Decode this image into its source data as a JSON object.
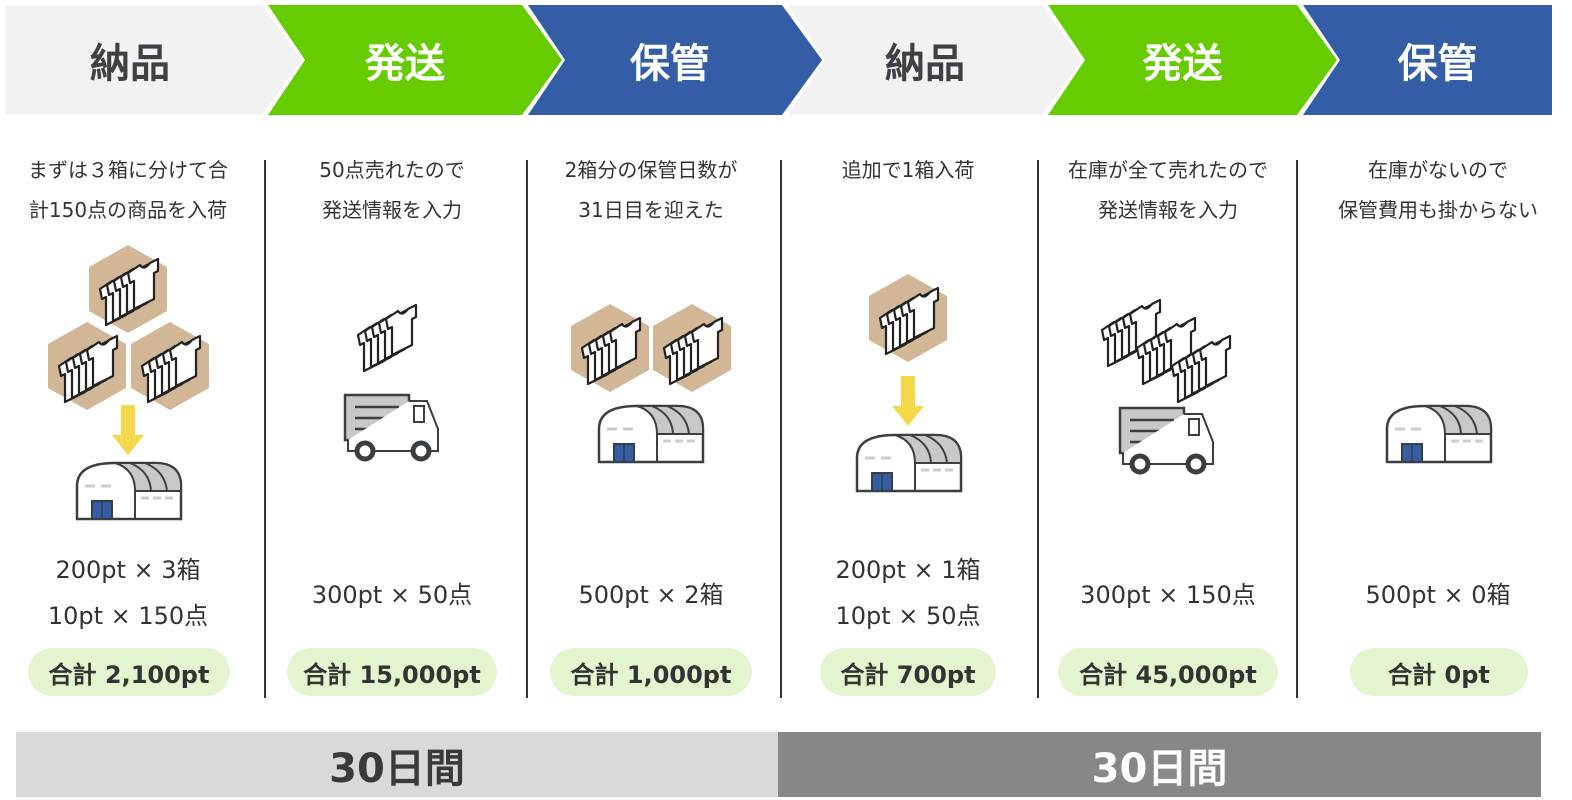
{
  "colors": {
    "gray": "#f2f2f2",
    "green": "#66cc00",
    "blue": "#335ea6",
    "pill": "#e2f5cf",
    "box": "#d2b796",
    "arrow": "#f5d84a",
    "bar_light": "#d9d9d9",
    "bar_dark": "#878787"
  },
  "steps": [
    {
      "header": "納品",
      "caption": [
        "まずは３箱に分けて合",
        "計150点の商品を入荷"
      ],
      "qty": [
        "200pt × 3箱",
        "10pt × 150点"
      ],
      "total": "合計 2,100pt"
    },
    {
      "header": "発送",
      "caption": [
        "50点売れたので",
        "発送情報を入力"
      ],
      "qty": [
        "300pt × 50点"
      ],
      "total": "合計 15,000pt"
    },
    {
      "header": "保管",
      "caption": [
        "2箱分の保管日数が",
        "31日目を迎えた"
      ],
      "qty": [
        "500pt × 2箱"
      ],
      "total": "合計 1,000pt"
    },
    {
      "header": "納品",
      "caption": [
        "追加で1箱入荷"
      ],
      "qty": [
        "200pt × 1箱",
        "10pt × 50点"
      ],
      "total": "合計 700pt"
    },
    {
      "header": "発送",
      "caption": [
        "在庫が全て売れたので",
        "発送情報を入力"
      ],
      "qty": [
        "300pt × 150点"
      ],
      "total": "合計 45,000pt"
    },
    {
      "header": "保管",
      "caption": [
        "在庫がないので",
        "保管費用も掛からない"
      ],
      "qty": [
        "500pt × 0箱"
      ],
      "total": "合計 0pt"
    }
  ],
  "periods": [
    "30日間",
    "30日間"
  ]
}
